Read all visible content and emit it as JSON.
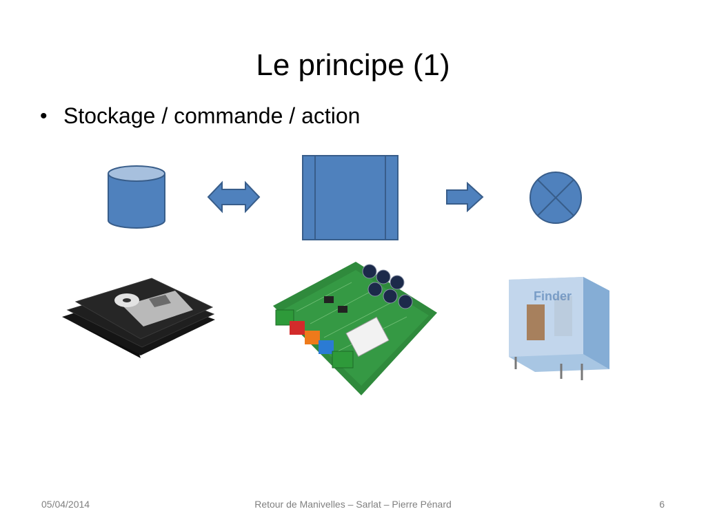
{
  "slide": {
    "title": "Le principe (1)",
    "bullet": "Stockage / commande / action",
    "icons": [
      "database-icon",
      "double-arrow-icon",
      "process-box-icon",
      "right-arrow-icon",
      "lamp-icon"
    ],
    "photos": [
      "floppy-disks",
      "control-board",
      "relay"
    ],
    "colors": {
      "shape_fill": "#4f81bd",
      "shape_stroke": "#385d8a",
      "footer_text": "#808080"
    }
  },
  "footer": {
    "date": "05/04/2014",
    "center": "Retour de Manivelles – Sarlat – Pierre Pénard",
    "page": "6"
  }
}
